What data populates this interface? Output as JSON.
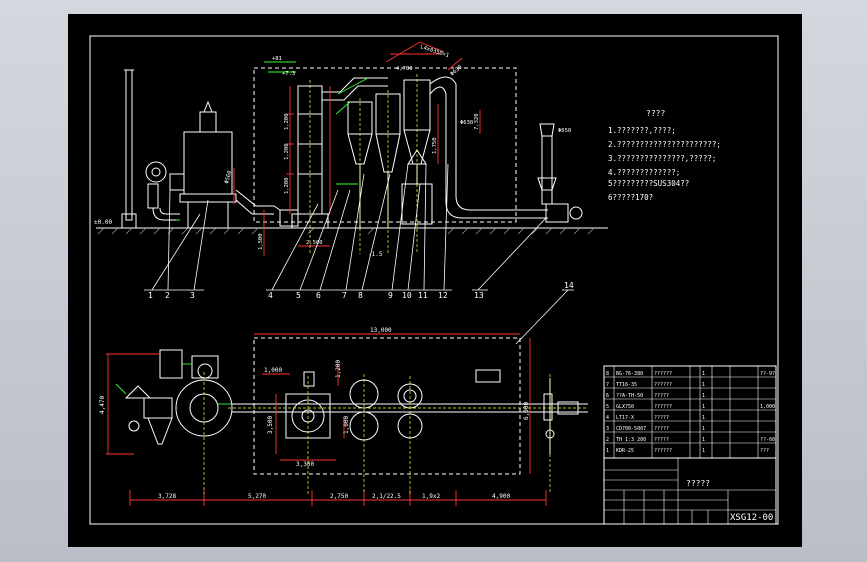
{
  "drawing": {
    "notes_title": "????",
    "notes": [
      "1.???????,????;",
      "2.??????????????????????;",
      "3.???????????????,?????;",
      "4.?????????????;",
      "5?????????SUS304??",
      "6?????170?"
    ],
    "drawing_number": "XSG12-00",
    "title_text": "?????"
  },
  "parts": [
    "1",
    "2",
    "3",
    "4",
    "5",
    "6",
    "7",
    "8",
    "9",
    "10",
    "11",
    "12",
    "13",
    "14"
  ],
  "elevation_dims": {
    "level_zero": "±0.00",
    "level_minus": "-1.5",
    "top_elev": "+81",
    "mid_elev": "+7.3",
    "duct_label": "L4x0350×1",
    "d630": "Φ630",
    "d650": "Φ650",
    "d560": "Φ560",
    "h1200a": "1,200",
    "h1200b": "1,200",
    "h1200c": "1,200",
    "h1750": "1,750",
    "h1500": "1,500",
    "w2500": "2,500",
    "w1800": "4,780",
    "h7320": "7,320"
  },
  "plan_dims": {
    "overall": "13,000",
    "d1": "3,728",
    "d2": "5,270",
    "d3": "2,750",
    "d4": "2,1/22.5",
    "d5": "1,9x2",
    "d6": "4,900",
    "v1": "4,470",
    "v2": "6,000",
    "v3": "3,300",
    "v4": "3,500",
    "s1": "1,000",
    "s2": "1,200",
    "s3": "1,000"
  },
  "bom": {
    "rows": [
      {
        "no": "8",
        "code": "BG-76-380",
        "name": "??????",
        "qty": "1",
        "note": "??-9?"
      },
      {
        "no": "7",
        "code": "TT16-35",
        "name": "??????",
        "qty": "1",
        "note": ""
      },
      {
        "no": "6",
        "code": "??A-TH-50",
        "name": "?????",
        "qty": "1",
        "note": ""
      },
      {
        "no": "5",
        "code": "GLX750",
        "name": "??????",
        "qty": "1",
        "note": "1,000"
      },
      {
        "no": "4",
        "code": "LT17-X",
        "name": "?????",
        "qty": "1",
        "note": ""
      },
      {
        "no": "3",
        "code": "CD700-5007",
        "name": "?????",
        "qty": "1",
        "note": ""
      },
      {
        "no": "2",
        "code": "TH 1:3 200",
        "name": "?????",
        "qty": "1",
        "note": "??-60"
      },
      {
        "no": "1",
        "code": "KDR-25",
        "name": "??????",
        "qty": "1",
        "note": "???"
      }
    ]
  },
  "colors": {
    "line": "#ffffff",
    "dim": "#ff3333",
    "dash": "#ffff33",
    "dim2": "#33ff33",
    "cyan": "#33ffff",
    "ground": "#9a9a9a"
  }
}
